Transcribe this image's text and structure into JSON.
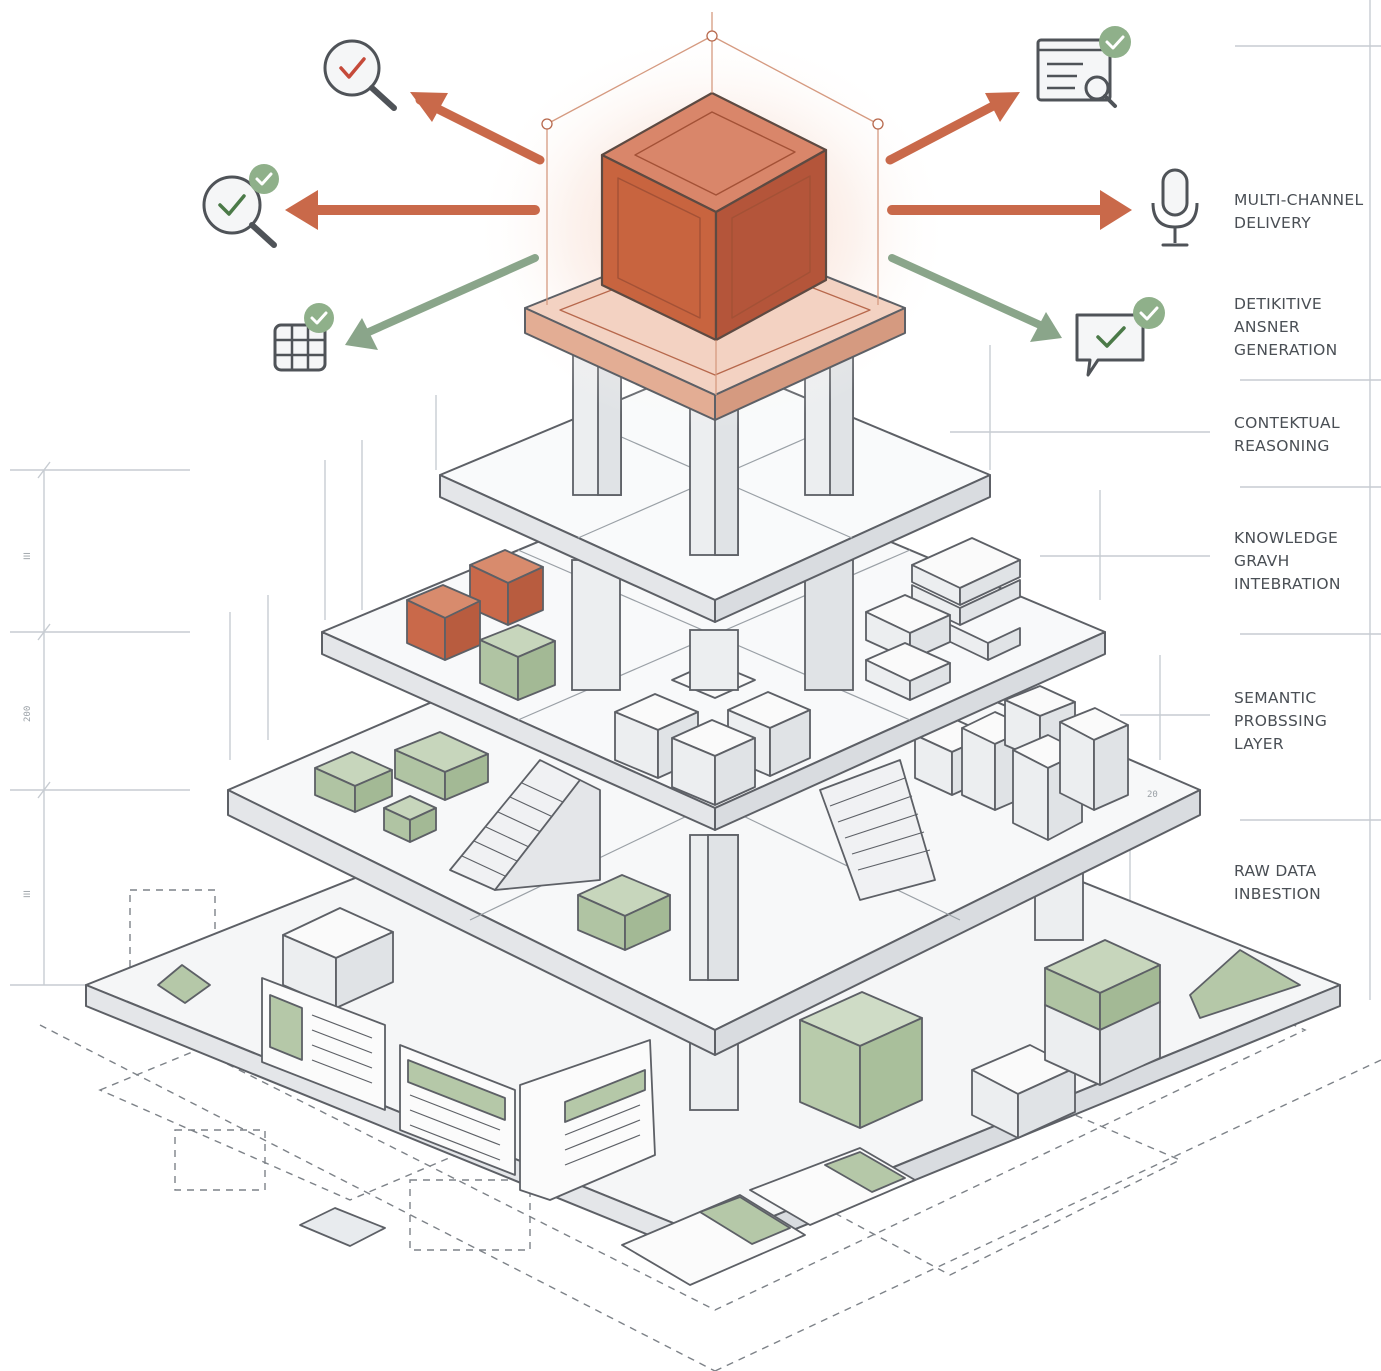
{
  "layers": [
    {
      "id": "multi-channel-delivery",
      "lines": [
        "MULTI-CHANNEL",
        "DELIVERY"
      ]
    },
    {
      "id": "definitive-answer-generation",
      "lines": [
        "DETIKITIVE",
        "ANSNER",
        "GENERATION"
      ]
    },
    {
      "id": "contextual-reasoning",
      "lines": [
        "CONTEKTUAL",
        "REASONING"
      ]
    },
    {
      "id": "knowledge-graph-integration",
      "lines": [
        "KNOWLEDGE",
        "GRAVH",
        "INTEBRATION"
      ]
    },
    {
      "id": "semantic-processing-layer",
      "lines": [
        "SEMANTIC",
        "PROBSSING",
        "LAYER"
      ]
    },
    {
      "id": "raw-data-ingestion",
      "lines": [
        "RAW DATA",
        "INBESTION"
      ]
    }
  ],
  "dimension_labels": [
    "ⵏⵏⵏ",
    "200",
    "ⵏⵏⵏ"
  ],
  "corner_marker": "20",
  "icons": [
    "search-check-icon-red",
    "search-check-icon-green",
    "grid-check-icon",
    "document-search-check-icon",
    "microphone-icon",
    "chat-check-icon"
  ],
  "colors": {
    "terracotta": "#c9694a",
    "terracotta_light": "#e8b9a4",
    "sage": "#a8bd9c",
    "sage_dark": "#5e7a56",
    "line": "#5d6066",
    "blueprint": "#c7ccd2"
  }
}
